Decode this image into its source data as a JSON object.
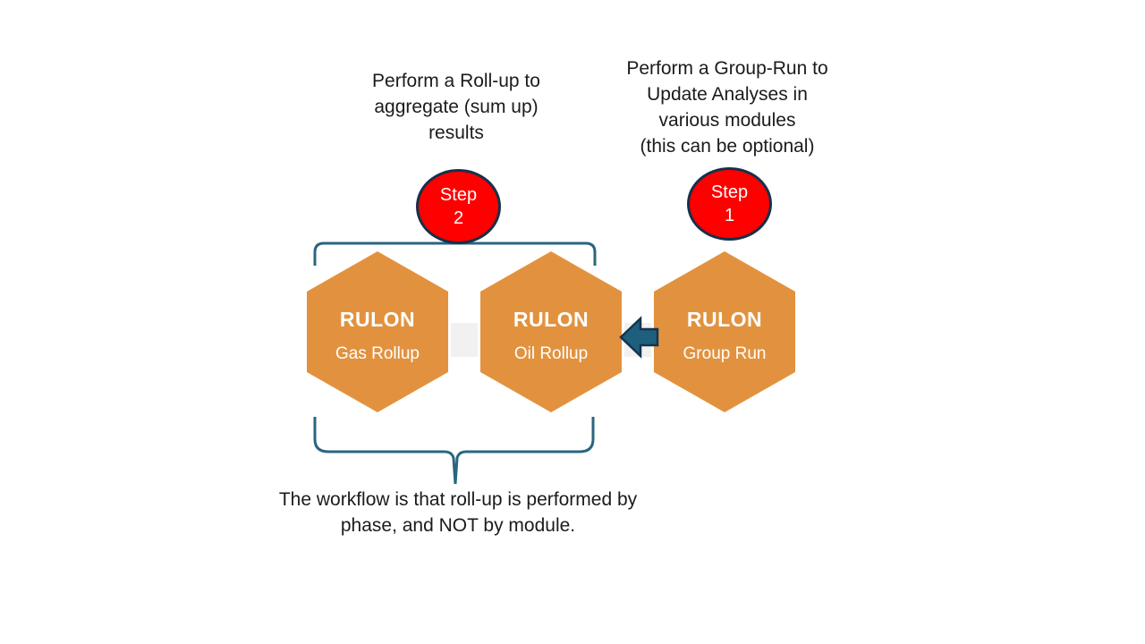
{
  "annotations": {
    "rollup_note": "Perform a Roll-up to\naggregate (sum up)\nresults",
    "grouprun_note": "Perform a Group-Run to\nUpdate Analyses in\nvarious modules\n(this can be optional)",
    "workflow_note": "The workflow is that roll-up is performed by\nphase, and NOT by module."
  },
  "steps": [
    {
      "label": "Step",
      "number": "2"
    },
    {
      "label": "Step",
      "number": "1"
    }
  ],
  "hexagons": [
    {
      "title": "RULON",
      "subtitle": "Gas Rollup"
    },
    {
      "title": "RULON",
      "subtitle": "Oil Rollup"
    },
    {
      "title": "RULON",
      "subtitle": "Group Run"
    }
  ],
  "icons": {
    "arrow": "left-block-arrow-icon",
    "top_bracket": "top-bracket-shape",
    "bottom_brace": "upward-curly-brace-shape"
  },
  "colors": {
    "hexagon_orange": "#e2923e",
    "step_red": "#fe0000",
    "step_border_navy": "#16304a",
    "bracket_teal": "#2a6580",
    "arrow_fill": "#1f5f7e",
    "arrow_stroke": "#14344c",
    "connector_band_gray": "#f1f1f1",
    "text_dark": "#1b1b1b",
    "background": "#ffffff"
  }
}
